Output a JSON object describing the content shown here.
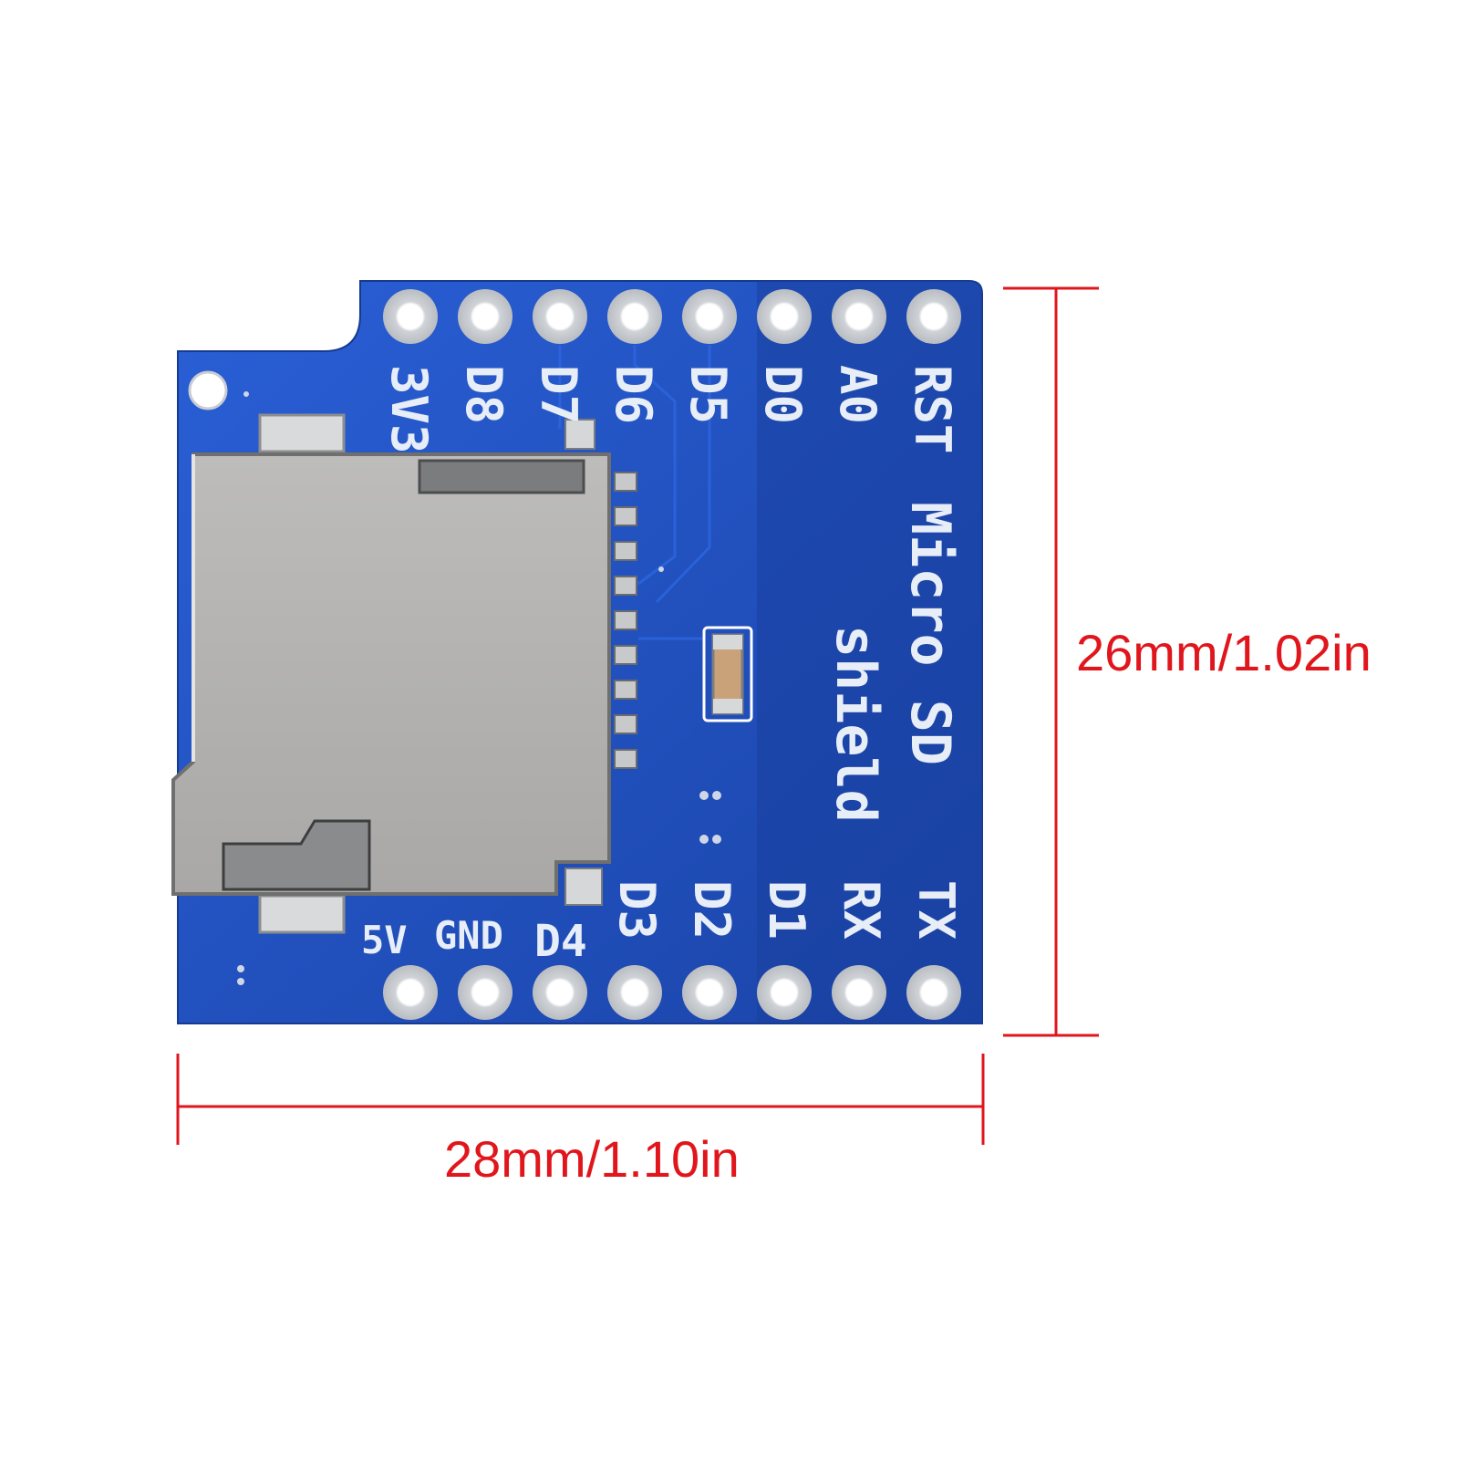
{
  "board": {
    "title_line1": "Micro SD",
    "title_line2": "shield",
    "top_pins": [
      "3V3",
      "D8",
      "D7",
      "D6",
      "D5",
      "D0",
      "A0",
      "RST"
    ],
    "bottom_pins": [
      "5V",
      "GND",
      "D4",
      "D3",
      "D2",
      "D1",
      "RX",
      "TX"
    ]
  },
  "dimensions": {
    "height_label": "26mm/1.02in",
    "width_label": "28mm/1.10in"
  },
  "colors": {
    "pcb": "#1f4fc0",
    "pcb_dark": "#173a94",
    "dimension_line": "#e0161c",
    "card_slot": "#b4b3b1"
  }
}
